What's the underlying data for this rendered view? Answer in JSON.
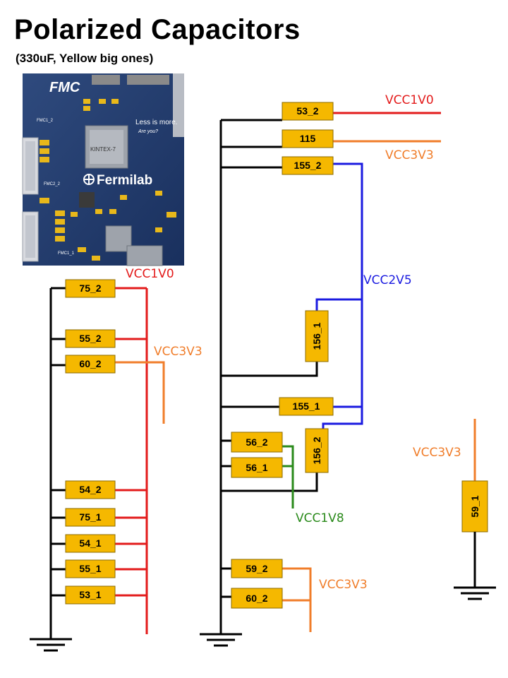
{
  "header": {
    "title": "Polarized Capacitors",
    "subtitle": "(330uF, Yellow big ones)"
  },
  "photo": {
    "fmc_logo": "FMC",
    "tagline_1": "Less is more.",
    "tagline_2": "Are you?",
    "fermilab_logo": "Fermilab",
    "chip_label": "KINTEX-7",
    "connector_labels": [
      "FMC1_2",
      "FMC2_2",
      "FMC1_1"
    ]
  },
  "colors": {
    "capacitor_fill": "#f5b800",
    "vcc1v0": "#e31b1b",
    "vcc3v3": "#f07d2a",
    "vcc2v5": "#1b1be0",
    "vcc1v8": "#2a8a1b",
    "ground": "#000000"
  },
  "capacitors": {
    "c75_2": "75_2",
    "c55_2": "55_2",
    "c60_2_left": "60_2",
    "c54_2": "54_2",
    "c75_1": "75_1",
    "c54_1": "54_1",
    "c55_1": "55_1",
    "c53_1": "53_1",
    "c53_2": "53_2",
    "c115": "115",
    "c155_2": "155_2",
    "c156_1": "156_1",
    "c155_1": "155_1",
    "c156_2": "156_2",
    "c56_2": "56_2",
    "c56_1": "56_1",
    "c59_2": "59_2",
    "c60_2_mid": "60_2",
    "c59_1": "59_1"
  },
  "nets": {
    "top_right_vcc1v0": "VCC1V0",
    "top_right_vcc3v3": "VCC3V3",
    "left_vcc1v0": "VCC1V0",
    "left_vcc3v3": "VCC3V3",
    "mid_vcc2v5": "VCC2V5",
    "mid_vcc1v8": "VCC1V8",
    "mid_vcc3v3": "VCC3V3",
    "right_vcc3v3": "VCC3V3"
  }
}
